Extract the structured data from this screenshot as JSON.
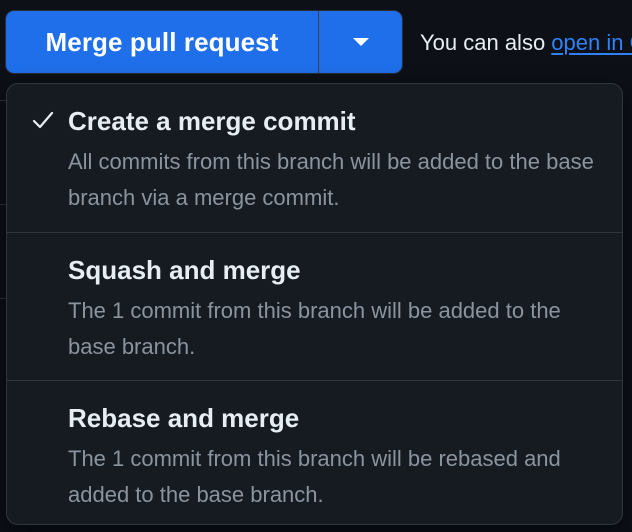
{
  "merge_button": {
    "label": "Merge pull request"
  },
  "helper": {
    "prefix": "You can also ",
    "link": "open in GitHub Desktop"
  },
  "menu": {
    "items": [
      {
        "title": "Create a merge commit",
        "description": "All commits from this branch will be added to the base branch via a merge commit.",
        "selected": true
      },
      {
        "title": "Squash and merge",
        "description": "The 1 commit from this branch will be added to the base branch.",
        "selected": false
      },
      {
        "title": "Rebase and merge",
        "description": "The 1 commit from this branch will be rebased and added to the base branch.",
        "selected": false
      }
    ]
  },
  "colors": {
    "primary": "#1f6feb",
    "link": "#2f81f7",
    "menu_bg": "#161b22",
    "border": "#30363d",
    "text": "#e6edf3",
    "muted": "#8b949e"
  },
  "icons": {
    "selected": "check-icon",
    "dropdown": "triangle-down-icon"
  }
}
